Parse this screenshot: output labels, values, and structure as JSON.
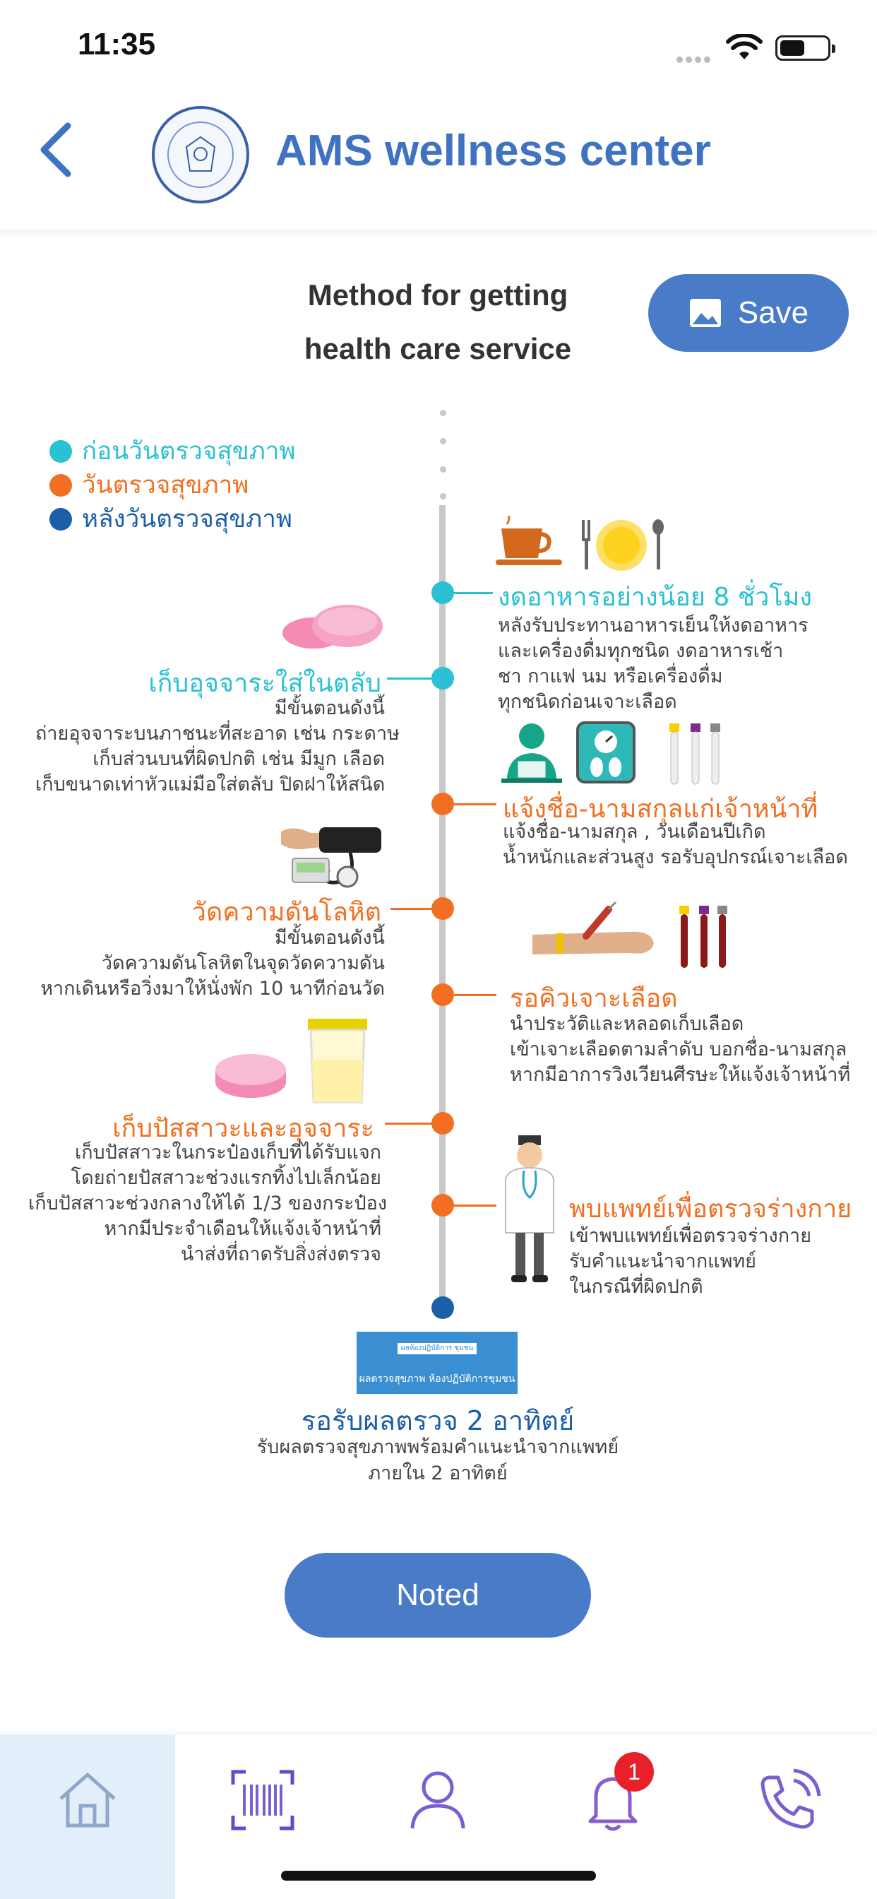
{
  "status_bar": {
    "time": "11:35"
  },
  "header": {
    "title": "AMS wellness center"
  },
  "method": {
    "title_line1": "Method for getting",
    "title_line2": "health care service",
    "save_label": "Save"
  },
  "legend": [
    {
      "label": "ก่อนวันตรวจสุขภาพ",
      "color": "#29c1d3"
    },
    {
      "label": "วันตรวจสุขภาพ",
      "color": "#f26f21"
    },
    {
      "label": "หลังวันตรวจสุขภาพ",
      "color": "#1b5fa9"
    }
  ],
  "steps": {
    "fasting": {
      "title": "งดอาหารอย่างน้อย 8 ชั่วโมง",
      "desc": [
        "หลังรับประทานอาหารเย็นให้งดอาหาร",
        "และเครื่องดื่มทุกชนิด งดอาหารเช้า",
        " ชา กาแฟ นม หรือเครื่องดื่ม",
        "ทุกชนิดก่อนเจาะเลือด"
      ]
    },
    "stool": {
      "title": "เก็บอุจจาระใส่ในตลับ",
      "desc": [
        "มีขั้นตอนดังนี้",
        "ถ่ายอุจจาระบนภาชนะที่สะอาด เช่น กระดาษ",
        "เก็บส่วนบนที่ผิดปกติ เช่น มีมูก เลือด",
        "เก็บขนาดเท่าหัวแม่มือใส่ตลับ ปิดฝาให้สนิด"
      ]
    },
    "register": {
      "title": "แจ้งชื่อ-นามสกุลแก่เจ้าหน้าที่",
      "desc": [
        "แจ้งชื่อ-นามสกุล , วันเดือนปีเกิด",
        "น้ำหนักและส่วนสูง รอรับอุปกรณ์เจาะเลือด"
      ]
    },
    "pressure": {
      "title": "วัดความดันโลหิต",
      "desc": [
        "มีขั้นตอนดังนี้",
        "วัดความดันโลหิตในจุดวัดความดัน",
        "หากเดินหรือวิ่งมาให้นั่งพัก 10 นาทีก่อนวัด"
      ]
    },
    "blood": {
      "title": "รอคิวเจาะเลือด",
      "desc": [
        "นำประวัติและหลอดเก็บเลือด",
        "เข้าเจาะเลือดตามลำดับ บอกชื่อ-นามสกุล",
        "หากมีอาการวิงเวียนศีรษะให้แจ้งเจ้าหน้าที่"
      ]
    },
    "urine": {
      "title": "เก็บปัสสาวะและอุจจาระ",
      "desc": [
        "เก็บปัสสาวะในกระป๋องเก็บที่ได้รับแจก",
        "โดยถ่ายปัสสาวะช่วงแรกทิ้งไปเล็กน้อย",
        "เก็บปัสสาวะช่วงกลางให้ได้ 1/3 ของกระป๋อง",
        "หากมีประจำเดือนให้แจ้งเจ้าหน้าที่",
        "นำส่งที่ถาดรับสิ่งส่งตรวจ"
      ]
    },
    "doctor": {
      "title": "พบแพทย์เพื่อตรวจร่างกาย",
      "desc": [
        "เข้าพบแพทย์เพื่อตรวจร่างกาย",
        "รับคำแนะนำจากแพทย์",
        "ในกรณีที่ผิดปกติ"
      ]
    }
  },
  "result": {
    "card_header": "ผลห้องปฏิบัติการ ชุมชน",
    "card_text": "ผลตรวจสุขภาพ ห้องปฏิบัติการชุมชน",
    "title": "รอรับผลตรวจ 2 อาทิตย์",
    "desc_line1": "รับผลตรวจสุขภาพพร้อมคำแนะนำจากแพทย์",
    "desc_line2": "ภายใน 2 อาทิตย์"
  },
  "noted_label": "Noted",
  "bottom_nav": {
    "items": [
      "home-icon",
      "barcode-scan-icon",
      "profile-icon",
      "notification-bell-icon",
      "phone-call-icon"
    ],
    "active": "home-icon",
    "notification_badge": "1"
  },
  "colors": {
    "accent": "#4a7bc8",
    "cyan": "#29c1d3",
    "orange": "#f26f21",
    "blue": "#1b5fa9"
  }
}
